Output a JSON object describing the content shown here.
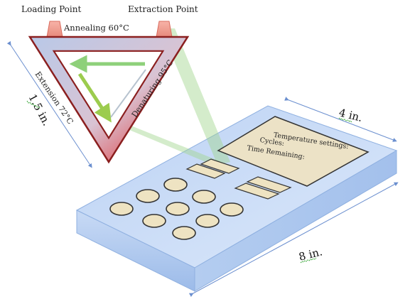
{
  "diagram": {
    "labels": {
      "loading_point": "Loading Point",
      "extraction_point": "Extraction Point",
      "annealing": "Annealing 60°C",
      "extension": "Extension 72°C",
      "denaturing": "Denaturing 95°C"
    },
    "dimensions": {
      "triangle_side": "1.5 in.",
      "device_width": "4 in.",
      "device_length": "8 in."
    },
    "screen": {
      "line1": "Temperature settings:",
      "line2": "Cycles:",
      "line3": "Time Remaining:"
    },
    "colors": {
      "device_top": "#c9dcf6",
      "device_side": "#a9c6ee",
      "screen_fill": "#ece2c6",
      "button_fill": "#eee3c2",
      "heat_red": "#e22a2a",
      "triangle_blue": "#b8c8e6",
      "arrow_green": "#8ed07a",
      "dimension_line": "#6b8fcf"
    }
  }
}
